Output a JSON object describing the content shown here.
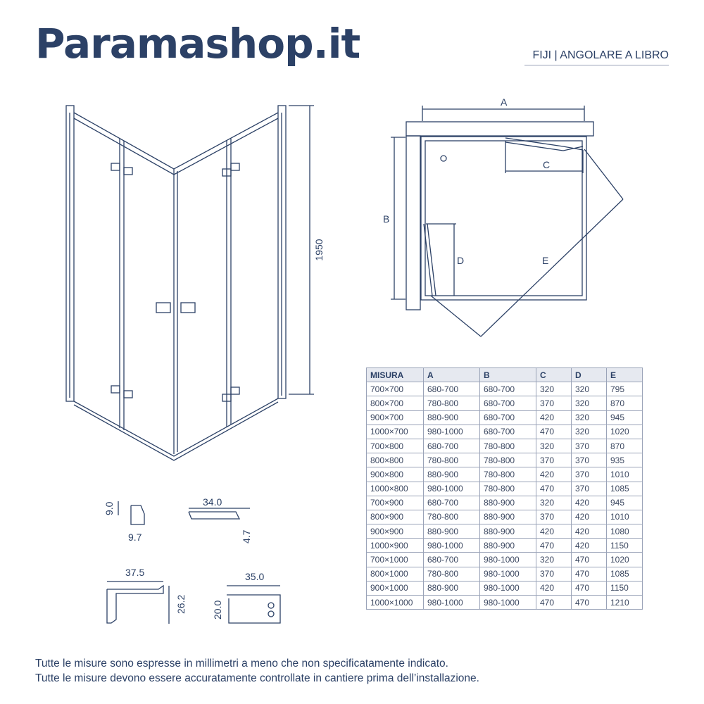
{
  "brand": "Paramashop.it",
  "subtitle": "FIJI | ANGOLARE A LIBRO",
  "elevation": {
    "height_label": "1950"
  },
  "plan": {
    "labels": {
      "a": "A",
      "b": "B",
      "c": "C",
      "d": "D",
      "e": "E"
    }
  },
  "profiles": [
    {
      "dims": [
        "9.0",
        "9.7"
      ]
    },
    {
      "dims": [
        "34.0",
        "4.7"
      ]
    },
    {
      "dims": [
        "37.5",
        "26.2"
      ]
    },
    {
      "dims": [
        "35.0",
        "20.0"
      ]
    }
  ],
  "table": {
    "headers": [
      "MISURA",
      "A",
      "B",
      "C",
      "D",
      "E"
    ],
    "rows": [
      [
        "700×700",
        "680-700",
        "680-700",
        "320",
        "320",
        "795"
      ],
      [
        "800×700",
        "780-800",
        "680-700",
        "370",
        "320",
        "870"
      ],
      [
        "900×700",
        "880-900",
        "680-700",
        "420",
        "320",
        "945"
      ],
      [
        "1000×700",
        "980-1000",
        "680-700",
        "470",
        "320",
        "1020"
      ],
      [
        "700×800",
        "680-700",
        "780-800",
        "320",
        "370",
        "870"
      ],
      [
        "800×800",
        "780-800",
        "780-800",
        "370",
        "370",
        "935"
      ],
      [
        "900×800",
        "880-900",
        "780-800",
        "420",
        "370",
        "1010"
      ],
      [
        "1000×800",
        "980-1000",
        "780-800",
        "470",
        "370",
        "1085"
      ],
      [
        "700×900",
        "680-700",
        "880-900",
        "320",
        "420",
        "945"
      ],
      [
        "800×900",
        "780-800",
        "880-900",
        "370",
        "420",
        "1010"
      ],
      [
        "900×900",
        "880-900",
        "880-900",
        "420",
        "420",
        "1080"
      ],
      [
        "1000×900",
        "980-1000",
        "880-900",
        "470",
        "420",
        "1150"
      ],
      [
        "700×1000",
        "680-700",
        "980-1000",
        "320",
        "470",
        "1020"
      ],
      [
        "800×1000",
        "780-800",
        "980-1000",
        "370",
        "470",
        "1085"
      ],
      [
        "900×1000",
        "880-900",
        "980-1000",
        "420",
        "470",
        "1150"
      ],
      [
        "1000×1000",
        "980-1000",
        "980-1000",
        "470",
        "470",
        "1210"
      ]
    ]
  },
  "notes": [
    "Tutte le misure sono espresse in millimetri a meno che non specificatamente indicato.",
    "Tutte le misure devono essere accuratamente controllate in cantiere prima dell’installazione."
  ],
  "colors": {
    "primary": "#2c4166",
    "table_header_bg": "#e6e9f0",
    "border": "#9aa3b8"
  }
}
